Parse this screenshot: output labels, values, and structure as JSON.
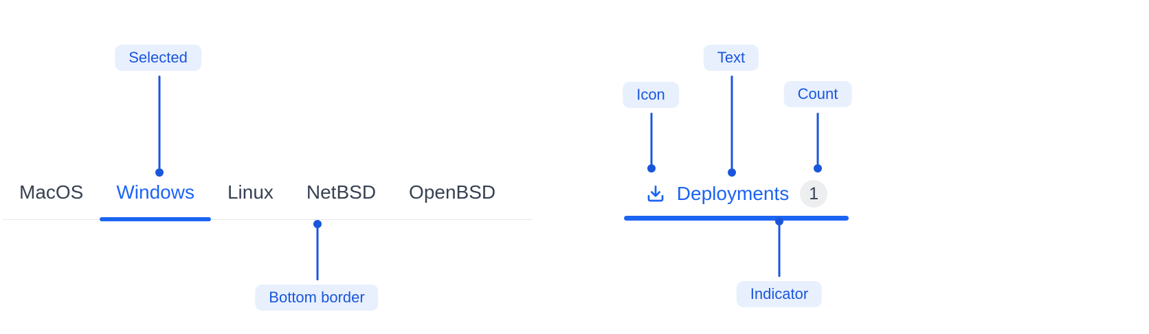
{
  "colors": {
    "accent_blue": "#1C64F2",
    "annotation_blue": "#1A56DB",
    "annotation_pill_bg": "#E8F0FE",
    "tab_text": "#374151",
    "divider_gray": "#E5E7EB",
    "badge_bg": "#EDEEF0"
  },
  "tabs_demo": {
    "tabs": [
      {
        "label": "MacOS",
        "selected": false
      },
      {
        "label": "Windows",
        "selected": true
      },
      {
        "label": "Linux",
        "selected": false
      },
      {
        "label": "NetBSD",
        "selected": false
      },
      {
        "label": "OpenBSD",
        "selected": false
      }
    ],
    "annotations": {
      "selected": "Selected",
      "bottom_border": "Bottom border"
    }
  },
  "tab_item_demo": {
    "icon": "download-icon",
    "label": "Deployments",
    "count": "1",
    "annotations": {
      "icon": "Icon",
      "text": "Text",
      "count": "Count",
      "indicator": "Indicator"
    }
  }
}
